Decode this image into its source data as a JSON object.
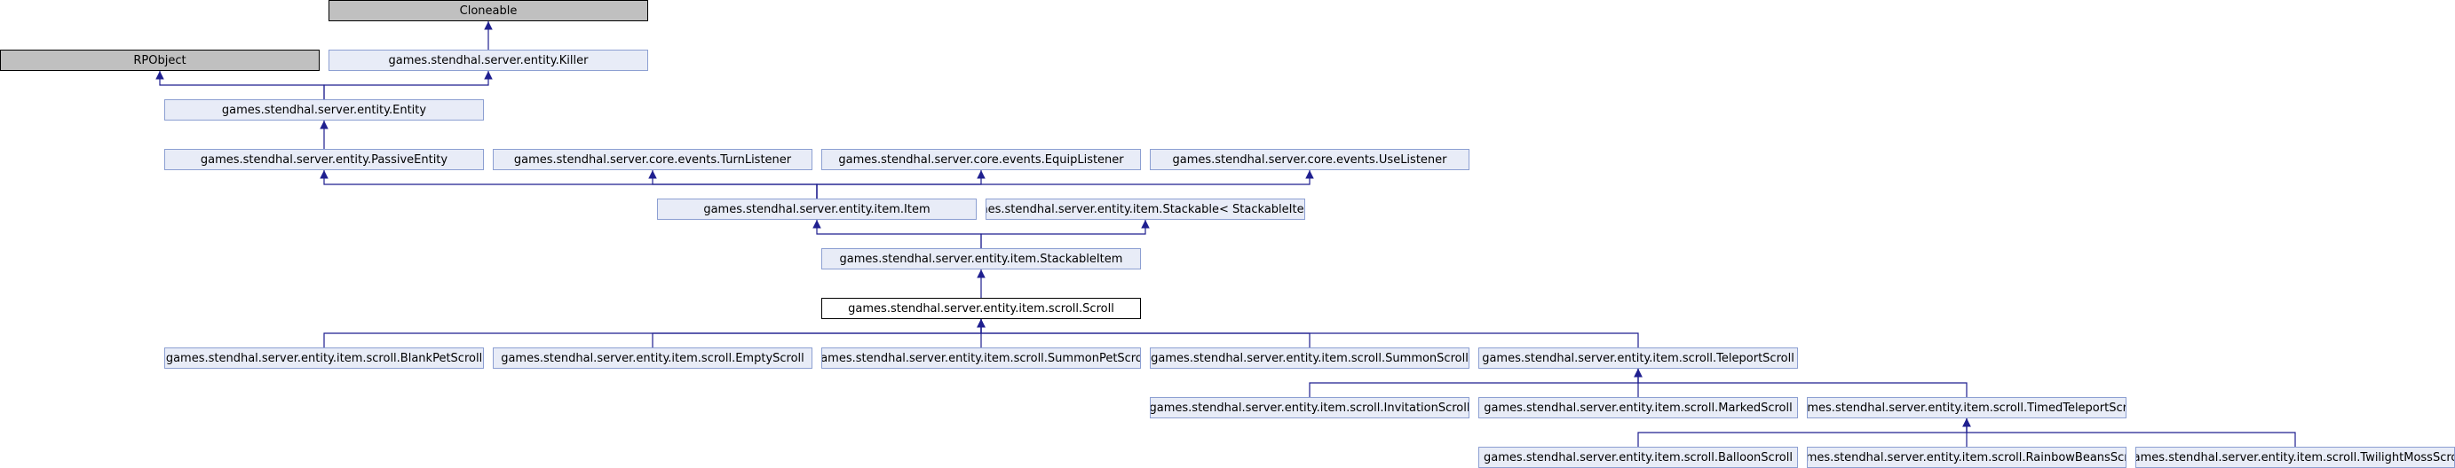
{
  "diagram": {
    "colors": {
      "edge": "#1f1f8f",
      "node_fill": "#e8ecf7",
      "node_border": "#8c9fd2",
      "external_fill": "#c0c0c0",
      "focus_fill": "#ffffff"
    },
    "nodes": {
      "cloneable": "Cloneable",
      "rpobject": "RPObject",
      "killer": "games.stendhal.server.entity.Killer",
      "entity": "games.stendhal.server.entity.Entity",
      "passive_entity": "games.stendhal.server.entity.PassiveEntity",
      "turn_listener": "games.stendhal.server.core.events.TurnListener",
      "equip_listener": "games.stendhal.server.core.events.EquipListener",
      "use_listener": "games.stendhal.server.core.events.UseListener",
      "item": "games.stendhal.server.entity.item.Item",
      "stackable": "games.stendhal.server.entity.item.Stackable< StackableItem >",
      "stackable_item": "games.stendhal.server.entity.item.StackableItem",
      "scroll": "games.stendhal.server.entity.item.scroll.Scroll",
      "blank_pet_scroll": "games.stendhal.server.entity.item.scroll.BlankPetScroll",
      "empty_scroll": "games.stendhal.server.entity.item.scroll.EmptyScroll",
      "summon_pet_scroll": "games.stendhal.server.entity.item.scroll.SummonPetScroll",
      "summon_scroll": "games.stendhal.server.entity.item.scroll.SummonScroll",
      "teleport_scroll": "games.stendhal.server.entity.item.scroll.TeleportScroll",
      "invitation_scroll": "games.stendhal.server.entity.item.scroll.InvitationScroll",
      "marked_scroll": "games.stendhal.server.entity.item.scroll.MarkedScroll",
      "timed_teleport_scroll": "games.stendhal.server.entity.item.scroll.TimedTeleportScroll",
      "balloon_scroll": "games.stendhal.server.entity.item.scroll.BalloonScroll",
      "rainbow_beans_scroll": "games.stendhal.server.entity.item.scroll.RainbowBeansScroll",
      "twilight_moss_scroll": "games.stendhal.server.entity.item.scroll.TwilightMossScroll"
    },
    "edges": [
      [
        "killer",
        "cloneable"
      ],
      [
        "entity",
        "rpobject"
      ],
      [
        "entity",
        "killer"
      ],
      [
        "passive_entity",
        "entity"
      ],
      [
        "item",
        "passive_entity"
      ],
      [
        "item",
        "turn_listener"
      ],
      [
        "item",
        "equip_listener"
      ],
      [
        "item",
        "use_listener"
      ],
      [
        "stackable_item",
        "item"
      ],
      [
        "stackable_item",
        "stackable"
      ],
      [
        "scroll",
        "stackable_item"
      ],
      [
        "blank_pet_scroll",
        "scroll"
      ],
      [
        "empty_scroll",
        "scroll"
      ],
      [
        "summon_pet_scroll",
        "scroll"
      ],
      [
        "summon_scroll",
        "scroll"
      ],
      [
        "teleport_scroll",
        "scroll"
      ],
      [
        "invitation_scroll",
        "teleport_scroll"
      ],
      [
        "marked_scroll",
        "teleport_scroll"
      ],
      [
        "timed_teleport_scroll",
        "teleport_scroll"
      ],
      [
        "balloon_scroll",
        "timed_teleport_scroll"
      ],
      [
        "rainbow_beans_scroll",
        "timed_teleport_scroll"
      ],
      [
        "twilight_moss_scroll",
        "timed_teleport_scroll"
      ]
    ]
  }
}
